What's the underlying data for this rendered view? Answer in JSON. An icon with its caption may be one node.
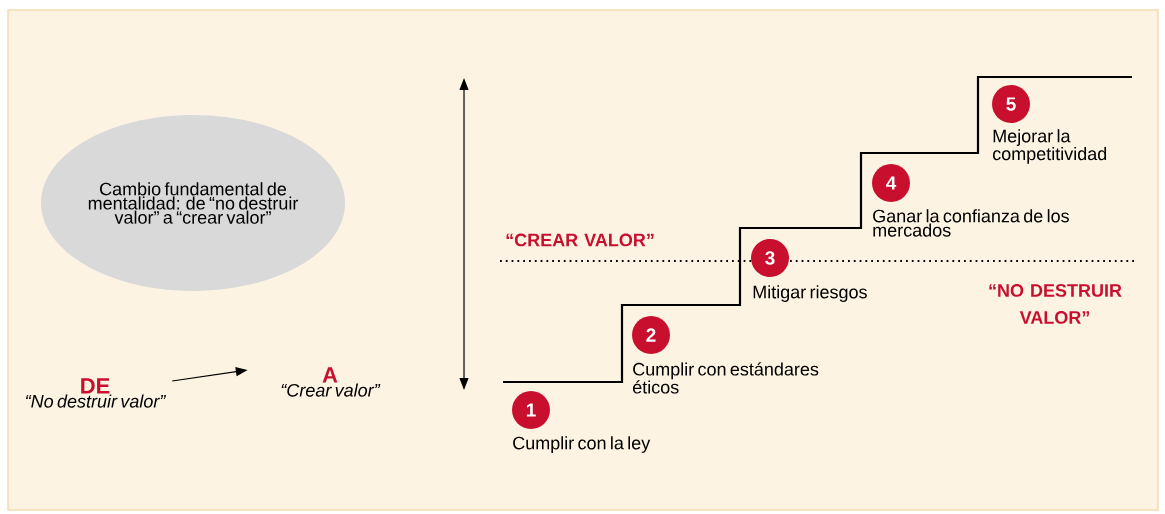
{
  "diagram": {
    "nodes": [
      {
        "text": [
          "Cambio fundamental de mentalidad: de “no destruir valor” a “crear valor”"
        ]
      },
      {
        "text": [
          "DE",
          "“No destruir valor”"
        ]
      },
      {
        "text": [
          "A",
          "“Crear valor”"
        ]
      },
      {
        "text": [
          "1"
        ],
        "beside": [
          "Cumplir con la ley"
        ]
      },
      {
        "text": [
          "2"
        ],
        "beside": [
          "Cumplir con estándares éticos"
        ]
      },
      {
        "text": [
          "3"
        ],
        "beside": [
          "Mitigar riesgos"
        ]
      },
      {
        "text": [
          "4"
        ],
        "beside": [
          "Ganar la confianza de los mercados"
        ]
      },
      {
        "text": [
          "5"
        ],
        "beside": [
          "Mejorar la competitividad"
        ]
      }
    ],
    "edges": [
      {
        "from": 1,
        "to": 2,
        "arrow": "to"
      }
    ],
    "labels": [
      "“CREAR VALOR”",
      "“NO DESTRUIR VALOR”"
    ]
  }
}
